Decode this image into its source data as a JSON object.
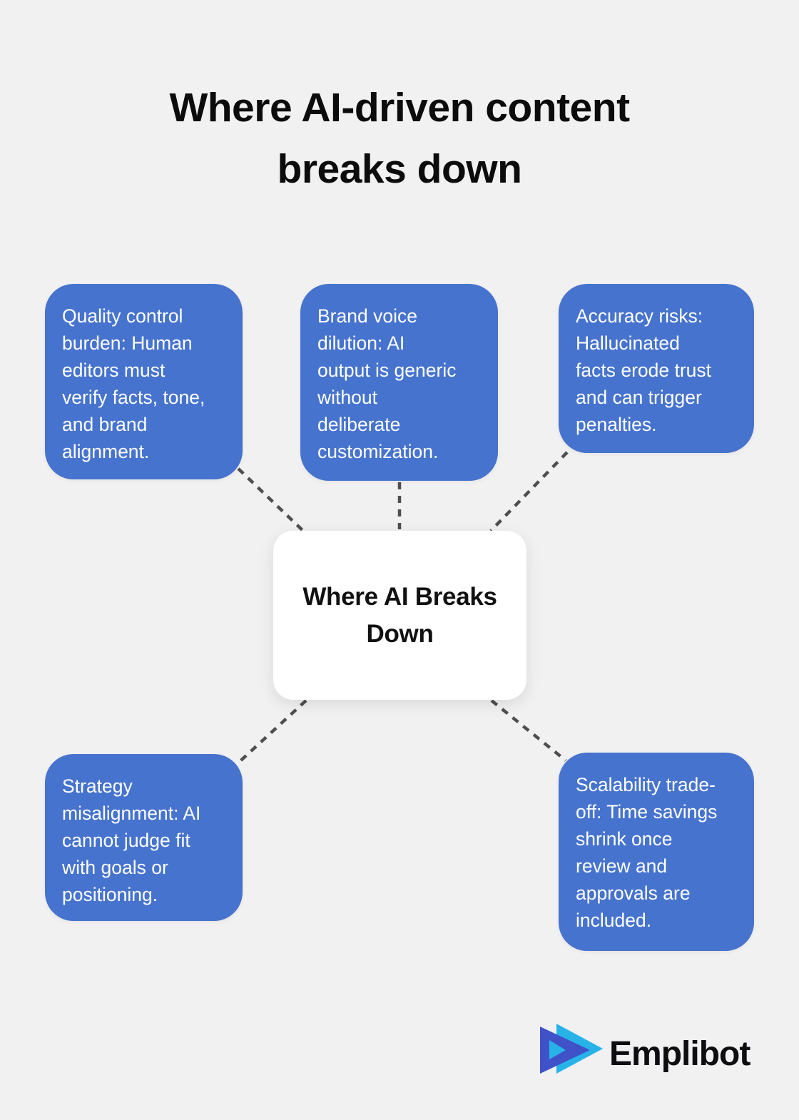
{
  "title": "Where AI-driven content\nbreaks down",
  "center": {
    "label": "Where AI Breaks\nDown"
  },
  "nodes": [
    {
      "id": "quality-control",
      "text": "Quality control\nburden: Human\neditors must\nverify facts, tone,\nand brand\nalignment."
    },
    {
      "id": "brand-voice",
      "text": "Brand voice\ndilution: AI\noutput is generic\nwithout\ndeliberate\ncustomization."
    },
    {
      "id": "accuracy-risks",
      "text": "Accuracy risks:\nHallucinated\nfacts erode trust\nand can trigger\npenalties."
    },
    {
      "id": "strategy-misalignment",
      "text": "Strategy\nmisalignment: AI\ncannot judge fit\nwith goals or\npositioning."
    },
    {
      "id": "scalability-tradeoff",
      "text": "Scalability trade-\noff: Time savings\nshrink once\nreview and\napprovals are\nincluded."
    }
  ],
  "branding": {
    "logo_text": "Emplibot"
  },
  "colors": {
    "background": "#f2f1f1",
    "node_blue": "#4673ce",
    "node_text": "#ffffff",
    "center_bg": "#ffffff",
    "center_text": "#111111",
    "connector_gray": "#4f4f4f",
    "title_black": "#0c0c0c",
    "logo_indigo": "#3f52c8",
    "logo_cyan": "#27b3e8"
  }
}
